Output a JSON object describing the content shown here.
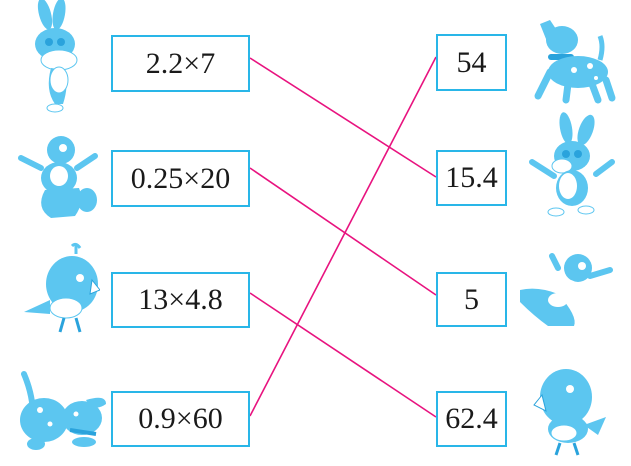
{
  "exercise": {
    "left_expressions": [
      {
        "label": "2.2×7",
        "animal": "bunny"
      },
      {
        "label": "0.25×20",
        "animal": "chipmunk"
      },
      {
        "label": "13×4.8",
        "animal": "bird"
      },
      {
        "label": "0.9×60",
        "animal": "puppy"
      }
    ],
    "right_answers": [
      {
        "label": "54",
        "animal": "puppy"
      },
      {
        "label": "15.4",
        "animal": "bunny"
      },
      {
        "label": "5",
        "animal": "chipmunk"
      },
      {
        "label": "62.4",
        "animal": "bird"
      }
    ],
    "matches": [
      {
        "from": "2.2×7",
        "to": "15.4"
      },
      {
        "from": "0.25×20",
        "to": "5"
      },
      {
        "from": "13×4.8",
        "to": "62.4"
      },
      {
        "from": "0.9×60",
        "to": "54"
      }
    ]
  },
  "colors": {
    "box_border": "#29b6e8",
    "line": "#e8137f",
    "animal": "#5cc6f0",
    "animal_dark": "#2aa3dc"
  }
}
